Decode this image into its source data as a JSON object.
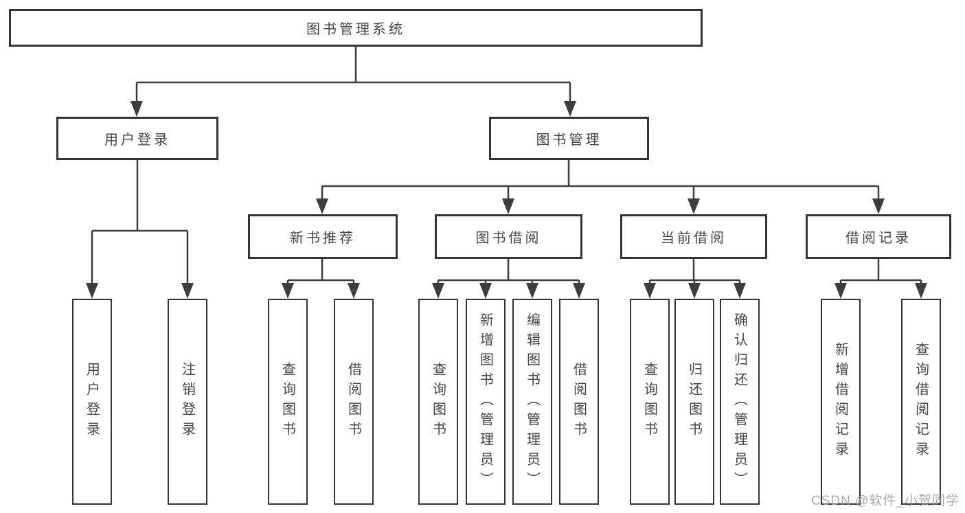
{
  "tree": {
    "root": {
      "label": "图书管理系统",
      "children": [
        {
          "label": "用户登录",
          "children": [
            {
              "label": "用户登录"
            },
            {
              "label": "注销登录"
            }
          ]
        },
        {
          "label": "图书管理",
          "children": [
            {
              "label": "新书推荐",
              "children": [
                {
                  "label": "查询图书"
                },
                {
                  "label": "借阅图书"
                }
              ]
            },
            {
              "label": "图书借阅",
              "children": [
                {
                  "label": "查询图书"
                },
                {
                  "label": "新增图书（管理员）"
                },
                {
                  "label": "编辑图书（管理员）"
                },
                {
                  "label": "借阅图书"
                }
              ]
            },
            {
              "label": "当前借阅",
              "children": [
                {
                  "label": "查询图书"
                },
                {
                  "label": "归还图书"
                },
                {
                  "label": "确认归还（管理员）"
                }
              ]
            },
            {
              "label": "借阅记录",
              "children": [
                {
                  "label": "新增借阅记录"
                },
                {
                  "label": "查询借阅记录"
                }
              ]
            }
          ]
        }
      ]
    }
  },
  "watermark": {
    "text": "CSDN @软件_小贺同学"
  },
  "colors": {
    "background": "#ffffff",
    "line": "#3d3d3d",
    "box_border": "#333333",
    "box_fill": "#ffffff",
    "text": "#454545",
    "watermark": "#a3a3a3"
  }
}
